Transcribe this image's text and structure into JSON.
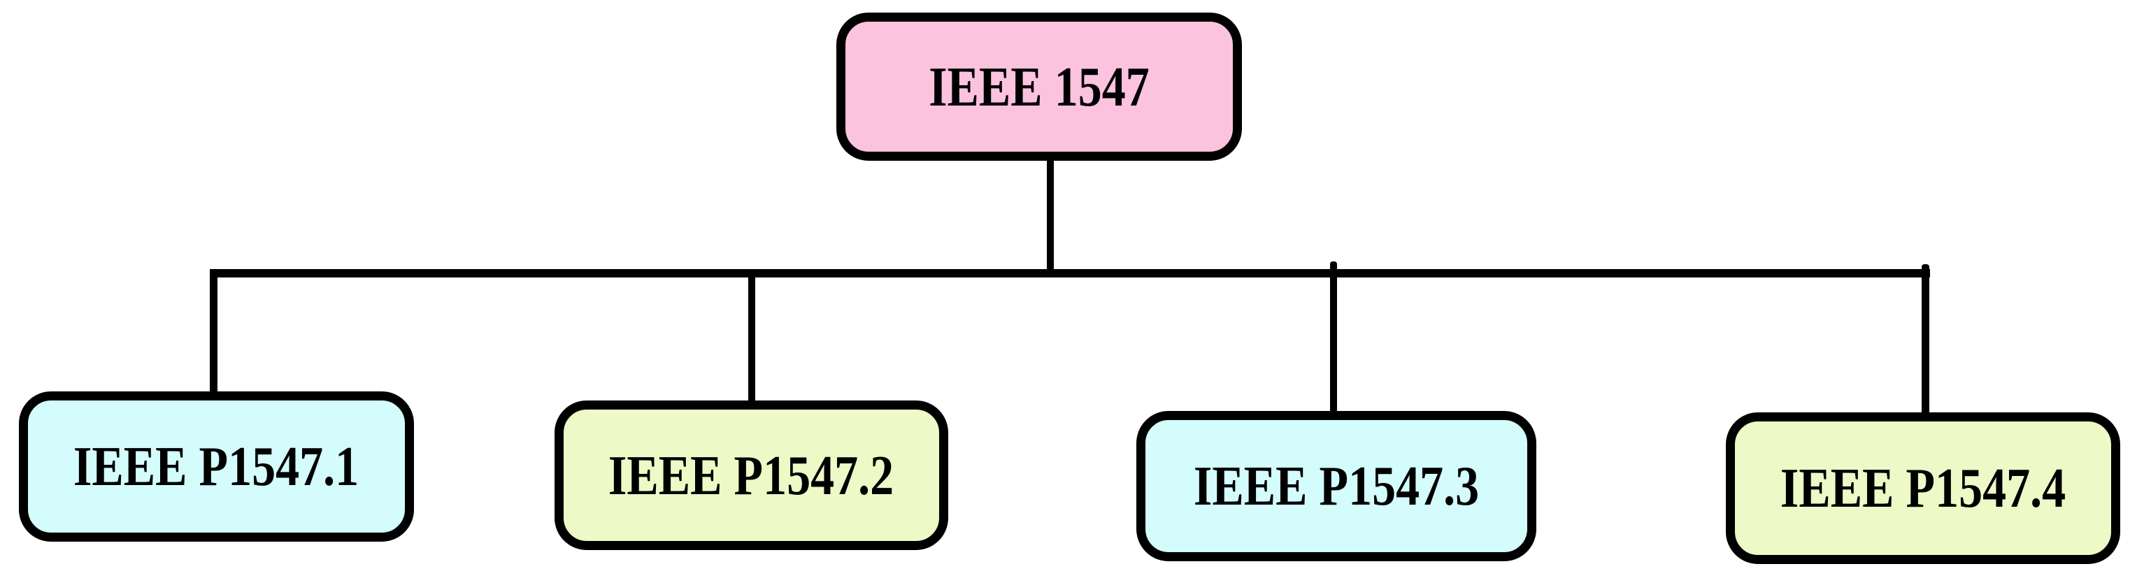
{
  "diagram": {
    "type": "tree",
    "background": "#FFFFFF",
    "line_color": "#000000",
    "border_color": "#000000",
    "text_color": "#000000",
    "root": {
      "id": "ieee-1547",
      "label": "IEEE 1547",
      "fill": "#FCC3DE"
    },
    "children": [
      {
        "id": "ieee-p1547-1",
        "label": "IEEE P1547.1",
        "fill": "#D4FCFC"
      },
      {
        "id": "ieee-p1547-2",
        "label": "IEEE P1547.2",
        "fill": "#EDF9C6"
      },
      {
        "id": "ieee-p1547-3",
        "label": "IEEE P1547.3",
        "fill": "#D4FCFC"
      },
      {
        "id": "ieee-p1547-4",
        "label": "IEEE P1547.4",
        "fill": "#EDF9C6"
      }
    ]
  }
}
